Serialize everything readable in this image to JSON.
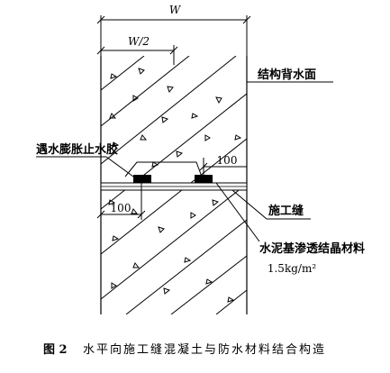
{
  "dimensions": {
    "total_width": "W",
    "half_width": "W/2",
    "left_offset": "100",
    "right_offset": "100"
  },
  "labels": {
    "back_water_face": "结构背水面",
    "swelling_waterstop": "遇水膨胀止水胶",
    "construction_joint": "施工缝",
    "crystalline_material": "水泥基渗透结晶材料",
    "material_dosage": "1.5kg/m²"
  },
  "caption": {
    "figure_number": "图 2",
    "title": "水平向施工缝混凝土与防水材料结合构造"
  }
}
